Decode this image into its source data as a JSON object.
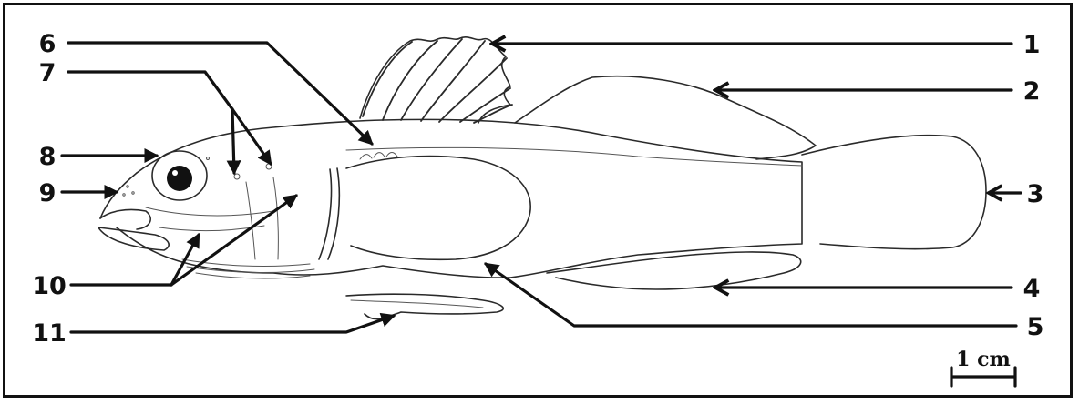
{
  "labels": {
    "l1": "1",
    "l2": "2",
    "l3": "3",
    "l4": "4",
    "l5": "5",
    "l6": "6",
    "l7": "7",
    "l8": "8",
    "l9": "9",
    "l10": "10",
    "l11": "11"
  },
  "scale_bar": {
    "label": "1 cm"
  },
  "colors": {
    "ink": "#111111",
    "outline": "#2a2a2a",
    "background": "#ffffff"
  }
}
